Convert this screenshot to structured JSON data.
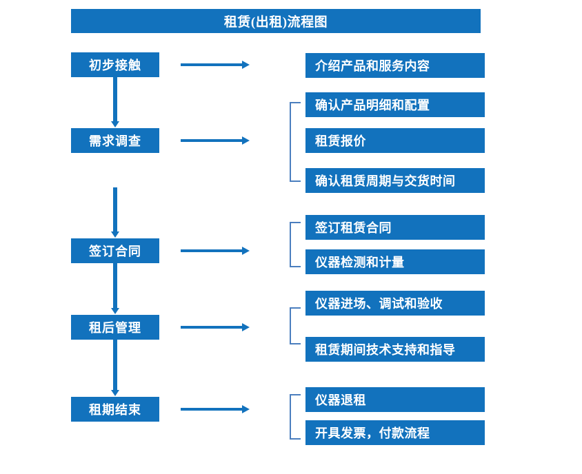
{
  "title": "租赁(出租)流程图",
  "colors": {
    "box_blue": "#1272bd",
    "bracket_blue": "#4a7ebe",
    "text_white": "#ffffff",
    "background": "#ffffff"
  },
  "stages": [
    {
      "id": "stage-1",
      "label": "初步接触"
    },
    {
      "id": "stage-2",
      "label": "需求调查"
    },
    {
      "id": "stage-3",
      "label": "签订合同"
    },
    {
      "id": "stage-4",
      "label": "租后管理"
    },
    {
      "id": "stage-5",
      "label": "租期结束"
    }
  ],
  "details": [
    {
      "id": "detail-1-1",
      "label": "介绍产品和服务内容"
    },
    {
      "id": "detail-2-1",
      "label": "确认产品明细和配置"
    },
    {
      "id": "detail-2-2",
      "label": "租赁报价"
    },
    {
      "id": "detail-2-3",
      "label": "确认租赁周期与交货时间"
    },
    {
      "id": "detail-3-1",
      "label": "签订租赁合同"
    },
    {
      "id": "detail-3-2",
      "label": "仪器检测和计量"
    },
    {
      "id": "detail-4-1",
      "label": "仪器进场、调试和验收"
    },
    {
      "id": "detail-4-2",
      "label": "租赁期间技术支持和指导"
    },
    {
      "id": "detail-5-1",
      "label": "仪器退租"
    },
    {
      "id": "detail-5-2",
      "label": "开具发票，付款流程"
    }
  ],
  "groups": [
    {
      "stage": "需求调查",
      "members": [
        "确认产品明细和配置",
        "租赁报价",
        "确认租赁周期与交货时间"
      ]
    },
    {
      "stage": "签订合同",
      "members": [
        "签订租赁合同",
        "仪器检测和计量"
      ]
    },
    {
      "stage": "租后管理",
      "members": [
        "仪器进场、调试和验收",
        "租赁期间技术支持和指导"
      ]
    },
    {
      "stage": "租期结束",
      "members": [
        "仪器退租",
        "开具发票，付款流程"
      ]
    }
  ],
  "flow_sequence": [
    "初步接触",
    "需求调查",
    "签订合同",
    "租后管理",
    "租期结束"
  ]
}
